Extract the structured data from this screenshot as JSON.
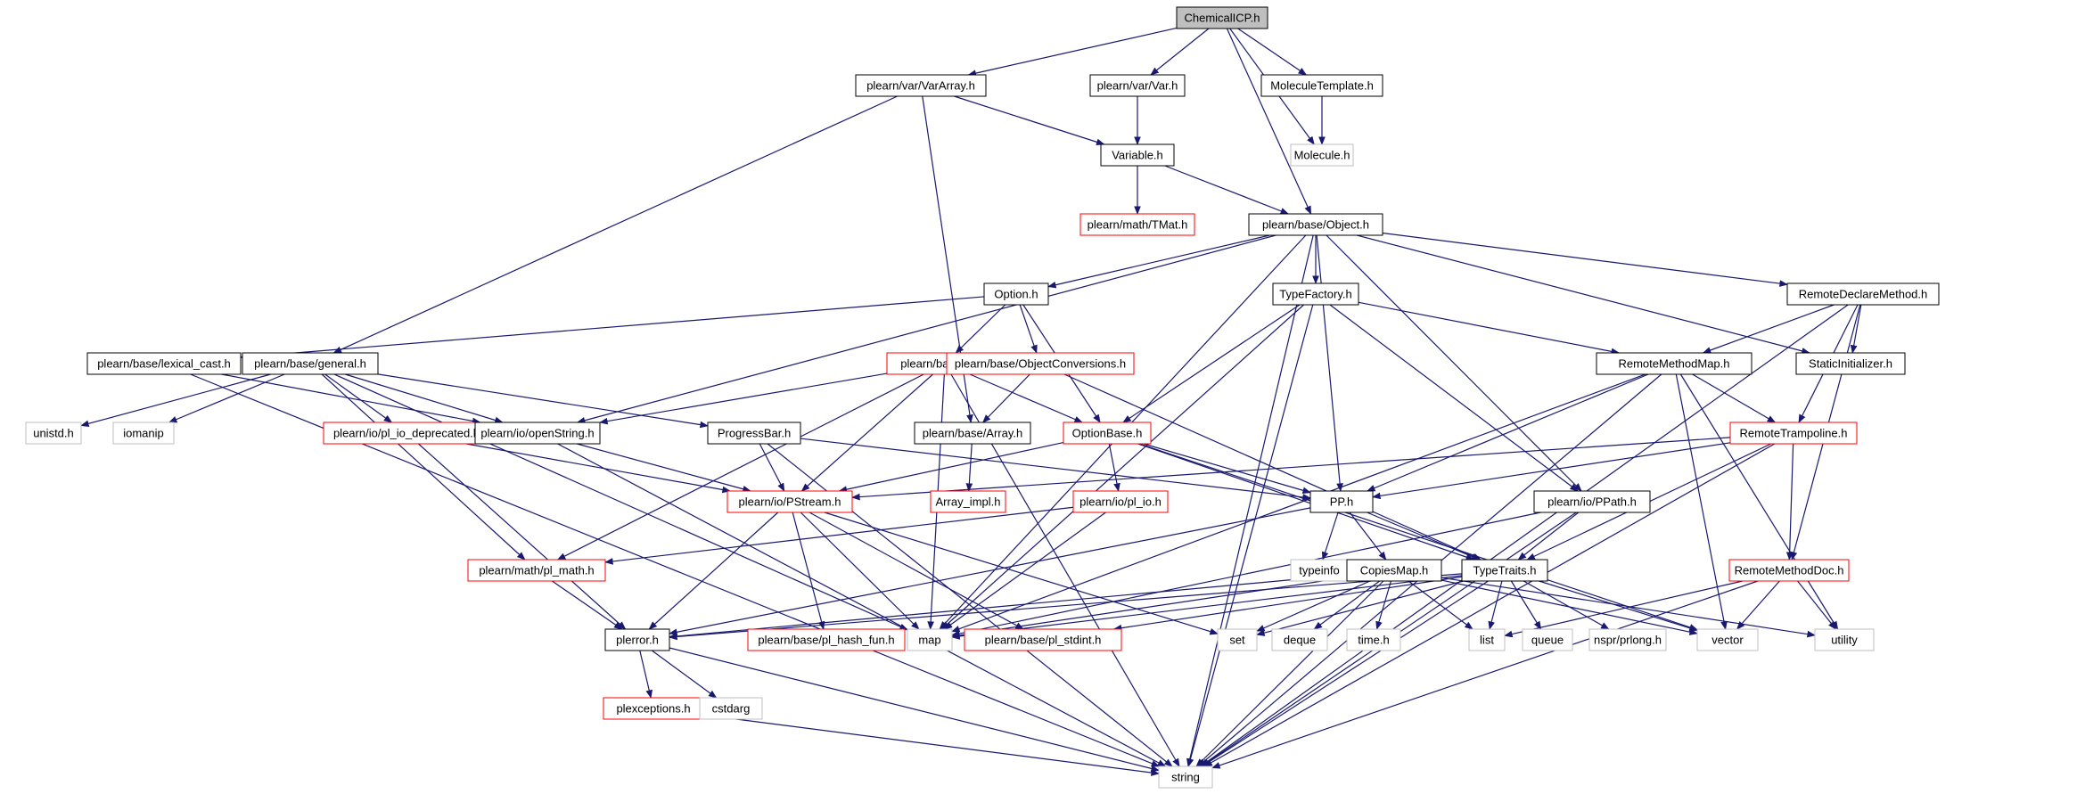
{
  "colors": {
    "edge": "#191970",
    "root_fill": "#bfbfbf",
    "border_normal": "#000000",
    "border_truncated": "#ff0000",
    "border_external": "#bfbfbf",
    "text": "#000000"
  },
  "nodes": [
    {
      "id": "chemicalicp",
      "label": "ChemicalICP.h",
      "kind": "root"
    },
    {
      "id": "vararray",
      "label": "plearn/var/VarArray.h",
      "kind": "normal"
    },
    {
      "id": "var",
      "label": "plearn/var/Var.h",
      "kind": "normal"
    },
    {
      "id": "moleculetemplate",
      "label": "MoleculeTemplate.h",
      "kind": "normal"
    },
    {
      "id": "variable",
      "label": "Variable.h",
      "kind": "normal"
    },
    {
      "id": "molecule",
      "label": "Molecule.h",
      "kind": "external"
    },
    {
      "id": "tmat",
      "label": "plearn/math/TMat.h",
      "kind": "truncated"
    },
    {
      "id": "object",
      "label": "plearn/base/Object.h",
      "kind": "normal"
    },
    {
      "id": "option",
      "label": "Option.h",
      "kind": "normal"
    },
    {
      "id": "typefactory",
      "label": "TypeFactory.h",
      "kind": "normal"
    },
    {
      "id": "remotedeclare",
      "label": "RemoteDeclareMethod.h",
      "kind": "normal"
    },
    {
      "id": "lexicalcast",
      "label": "plearn/base/lexical_cast.h",
      "kind": "normal"
    },
    {
      "id": "general",
      "label": "plearn/base/general.h",
      "kind": "normal"
    },
    {
      "id": "diff",
      "label": "plearn/base/diff.h",
      "kind": "truncated"
    },
    {
      "id": "objconv",
      "label": "plearn/base/ObjectConversions.h",
      "kind": "truncated"
    },
    {
      "id": "remotemethodmap",
      "label": "RemoteMethodMap.h",
      "kind": "normal"
    },
    {
      "id": "staticinit",
      "label": "StaticInitializer.h",
      "kind": "normal"
    },
    {
      "id": "unistd",
      "label": "unistd.h",
      "kind": "external"
    },
    {
      "id": "iomanip",
      "label": "iomanip",
      "kind": "external"
    },
    {
      "id": "pliodep",
      "label": "plearn/io/pl_io_deprecated.h",
      "kind": "truncated"
    },
    {
      "id": "openstring",
      "label": "plearn/io/openString.h",
      "kind": "normal"
    },
    {
      "id": "progressbar",
      "label": "ProgressBar.h",
      "kind": "normal"
    },
    {
      "id": "array",
      "label": "plearn/base/Array.h",
      "kind": "normal"
    },
    {
      "id": "optionbase",
      "label": "OptionBase.h",
      "kind": "truncated"
    },
    {
      "id": "remotetramp",
      "label": "RemoteTrampoline.h",
      "kind": "truncated"
    },
    {
      "id": "pstream",
      "label": "plearn/io/PStream.h",
      "kind": "truncated"
    },
    {
      "id": "arrayimpl",
      "label": "Array_impl.h",
      "kind": "truncated"
    },
    {
      "id": "plio",
      "label": "plearn/io/pl_io.h",
      "kind": "truncated"
    },
    {
      "id": "pp",
      "label": "PP.h",
      "kind": "normal"
    },
    {
      "id": "ppath",
      "label": "plearn/io/PPath.h",
      "kind": "normal"
    },
    {
      "id": "plmath",
      "label": "plearn/math/pl_math.h",
      "kind": "truncated"
    },
    {
      "id": "typeinfo",
      "label": "typeinfo",
      "kind": "external"
    },
    {
      "id": "copiesmap",
      "label": "CopiesMap.h",
      "kind": "normal"
    },
    {
      "id": "typetraits",
      "label": "TypeTraits.h",
      "kind": "normal"
    },
    {
      "id": "remotemethoddoc",
      "label": "RemoteMethodDoc.h",
      "kind": "truncated"
    },
    {
      "id": "plerror",
      "label": "plerror.h",
      "kind": "normal"
    },
    {
      "id": "plhashfun",
      "label": "plearn/base/pl_hash_fun.h",
      "kind": "truncated"
    },
    {
      "id": "map",
      "label": "map",
      "kind": "external"
    },
    {
      "id": "plstdint",
      "label": "plearn/base/pl_stdint.h",
      "kind": "truncated"
    },
    {
      "id": "set",
      "label": "set",
      "kind": "external"
    },
    {
      "id": "deque",
      "label": "deque",
      "kind": "external"
    },
    {
      "id": "timeh",
      "label": "time.h",
      "kind": "external"
    },
    {
      "id": "list",
      "label": "list",
      "kind": "external"
    },
    {
      "id": "queue",
      "label": "queue",
      "kind": "external"
    },
    {
      "id": "nsprlong",
      "label": "nspr/prlong.h",
      "kind": "external"
    },
    {
      "id": "vector",
      "label": "vector",
      "kind": "external"
    },
    {
      "id": "utility",
      "label": "utility",
      "kind": "external"
    },
    {
      "id": "plexceptions",
      "label": "plexceptions.h",
      "kind": "truncated"
    },
    {
      "id": "cstdarg",
      "label": "cstdarg",
      "kind": "external"
    },
    {
      "id": "string",
      "label": "string",
      "kind": "external"
    }
  ],
  "edges": [
    [
      "chemicalicp",
      "vararray"
    ],
    [
      "chemicalicp",
      "var"
    ],
    [
      "chemicalicp",
      "moleculetemplate"
    ],
    [
      "chemicalicp",
      "molecule"
    ],
    [
      "chemicalicp",
      "object"
    ],
    [
      "vararray",
      "variable"
    ],
    [
      "vararray",
      "general"
    ],
    [
      "vararray",
      "array"
    ],
    [
      "var",
      "variable"
    ],
    [
      "moleculetemplate",
      "molecule"
    ],
    [
      "variable",
      "tmat"
    ],
    [
      "variable",
      "object"
    ],
    [
      "object",
      "option"
    ],
    [
      "object",
      "typefactory"
    ],
    [
      "object",
      "remotedeclare"
    ],
    [
      "object",
      "staticinit"
    ],
    [
      "object",
      "pp"
    ],
    [
      "object",
      "ppath"
    ],
    [
      "object",
      "map"
    ],
    [
      "object",
      "string"
    ],
    [
      "object",
      "openstring"
    ],
    [
      "option",
      "lexicalcast"
    ],
    [
      "option",
      "diff"
    ],
    [
      "option",
      "objconv"
    ],
    [
      "option",
      "optionbase"
    ],
    [
      "typefactory",
      "optionbase"
    ],
    [
      "typefactory",
      "remotemethodmap"
    ],
    [
      "typefactory",
      "ppath"
    ],
    [
      "typefactory",
      "map"
    ],
    [
      "typefactory",
      "string"
    ],
    [
      "remotedeclare",
      "remotemethodmap"
    ],
    [
      "remotedeclare",
      "staticinit"
    ],
    [
      "remotedeclare",
      "remotetramp"
    ],
    [
      "remotedeclare",
      "remotemethoddoc"
    ],
    [
      "remotedeclare",
      "string"
    ],
    [
      "lexicalcast",
      "openstring"
    ],
    [
      "lexicalcast",
      "string"
    ],
    [
      "general",
      "unistd"
    ],
    [
      "general",
      "iomanip"
    ],
    [
      "general",
      "pliodep"
    ],
    [
      "general",
      "openstring"
    ],
    [
      "general",
      "progressbar"
    ],
    [
      "general",
      "plmath"
    ],
    [
      "general",
      "map"
    ],
    [
      "diff",
      "openstring"
    ],
    [
      "diff",
      "optionbase"
    ],
    [
      "diff",
      "pstream"
    ],
    [
      "diff",
      "plmath"
    ],
    [
      "diff",
      "map"
    ],
    [
      "diff",
      "string"
    ],
    [
      "objconv",
      "array"
    ],
    [
      "objconv",
      "typetraits"
    ],
    [
      "remotemethodmap",
      "remotetramp"
    ],
    [
      "remotemethodmap",
      "pp"
    ],
    [
      "remotemethodmap",
      "map"
    ],
    [
      "remotemethodmap",
      "vector"
    ],
    [
      "remotemethodmap",
      "utility"
    ],
    [
      "remotemethodmap",
      "string"
    ],
    [
      "pliodep",
      "pstream"
    ],
    [
      "pliodep",
      "plerror"
    ],
    [
      "openstring",
      "pstream"
    ],
    [
      "openstring",
      "string"
    ],
    [
      "progressbar",
      "pstream"
    ],
    [
      "progressbar",
      "pp"
    ],
    [
      "progressbar",
      "string"
    ],
    [
      "array",
      "arrayimpl"
    ],
    [
      "optionbase",
      "pstream"
    ],
    [
      "optionbase",
      "plio"
    ],
    [
      "optionbase",
      "pp"
    ],
    [
      "optionbase",
      "vector"
    ],
    [
      "optionbase",
      "typetraits"
    ],
    [
      "remotetramp",
      "pstream"
    ],
    [
      "remotetramp",
      "pp"
    ],
    [
      "remotetramp",
      "typetraits"
    ],
    [
      "remotetramp",
      "remotemethoddoc"
    ],
    [
      "remotetramp",
      "string"
    ],
    [
      "pstream",
      "plerror"
    ],
    [
      "pstream",
      "plhashfun"
    ],
    [
      "pstream",
      "map"
    ],
    [
      "pstream",
      "plstdint"
    ],
    [
      "pstream",
      "set"
    ],
    [
      "plio",
      "plmath"
    ],
    [
      "plio",
      "map"
    ],
    [
      "pp",
      "typeinfo"
    ],
    [
      "pp",
      "copiesmap"
    ],
    [
      "pp",
      "typetraits"
    ],
    [
      "pp",
      "plerror"
    ],
    [
      "ppath",
      "typetraits"
    ],
    [
      "ppath",
      "map"
    ],
    [
      "ppath",
      "string"
    ],
    [
      "plmath",
      "plerror"
    ],
    [
      "copiesmap",
      "plerror"
    ],
    [
      "copiesmap",
      "map"
    ],
    [
      "copiesmap",
      "set"
    ],
    [
      "copiesmap",
      "deque"
    ],
    [
      "copiesmap",
      "timeh"
    ],
    [
      "copiesmap",
      "list"
    ],
    [
      "copiesmap",
      "vector"
    ],
    [
      "copiesmap",
      "utility"
    ],
    [
      "copiesmap",
      "string"
    ],
    [
      "typetraits",
      "plerror"
    ],
    [
      "typetraits",
      "map"
    ],
    [
      "typetraits",
      "plstdint"
    ],
    [
      "typetraits",
      "set"
    ],
    [
      "typetraits",
      "list"
    ],
    [
      "typetraits",
      "queue"
    ],
    [
      "typetraits",
      "nsprlong"
    ],
    [
      "typetraits",
      "vector"
    ],
    [
      "typetraits",
      "string"
    ],
    [
      "remotemethoddoc",
      "list"
    ],
    [
      "remotemethoddoc",
      "vector"
    ],
    [
      "remotemethoddoc",
      "utility"
    ],
    [
      "remotemethoddoc",
      "string"
    ],
    [
      "plerror",
      "plexceptions"
    ],
    [
      "plerror",
      "cstdarg"
    ],
    [
      "plerror",
      "string"
    ],
    [
      "plexceptions",
      "string"
    ]
  ]
}
